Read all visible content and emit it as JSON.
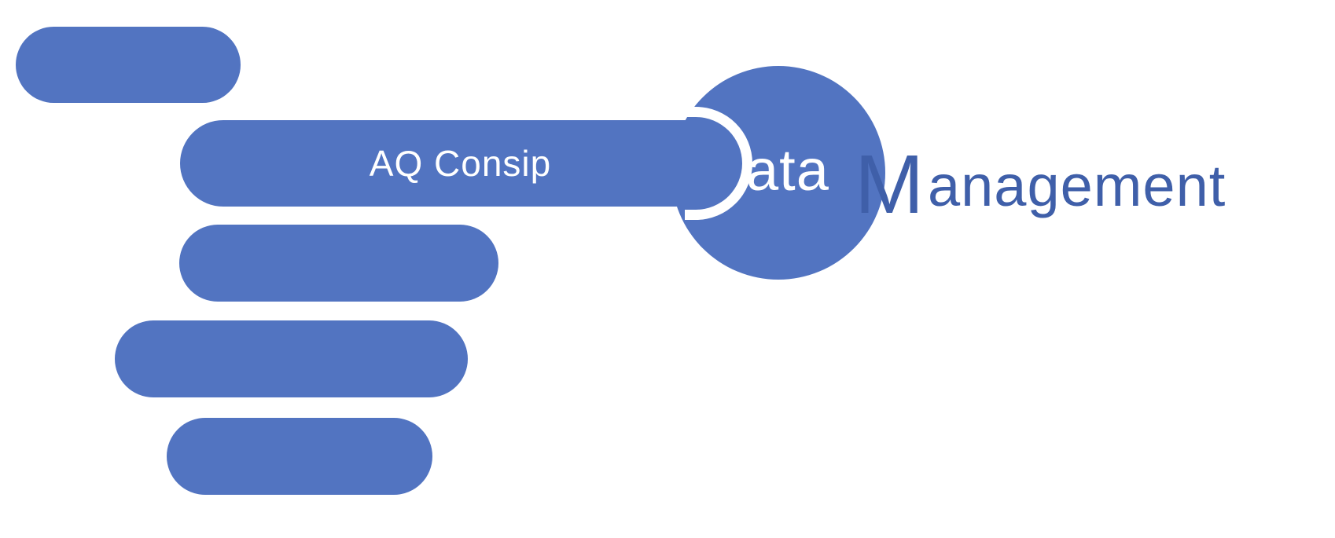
{
  "colors": {
    "accent": "#5274c1",
    "logo_text": "#3f5fa9",
    "text_on_accent": "#ffffff",
    "background": "#ffffff"
  },
  "pills": [
    {
      "label": ""
    },
    {
      "label": "AQ Consip"
    },
    {
      "label": ""
    },
    {
      "label": ""
    },
    {
      "label": ""
    }
  ],
  "logo": {
    "word1_rest": "ata",
    "word2_initial": "M",
    "word2_rest": "anagement"
  }
}
